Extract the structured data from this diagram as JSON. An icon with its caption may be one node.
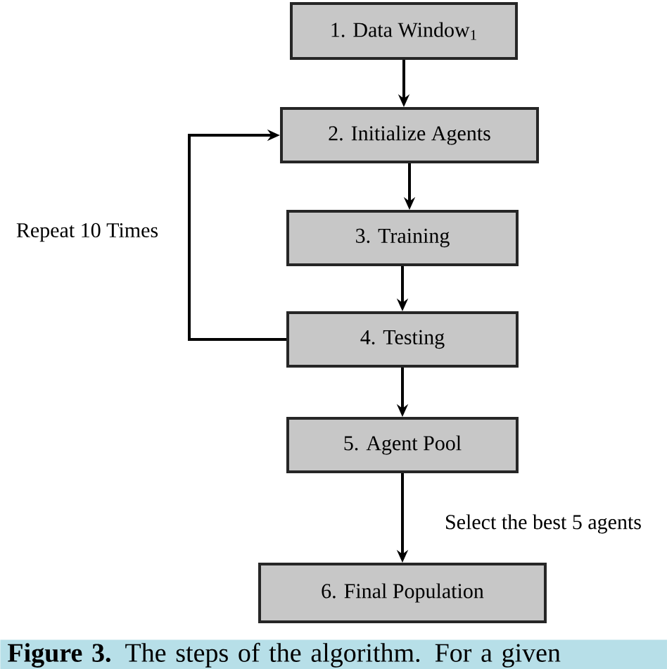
{
  "diagram": {
    "caption": "**Figure 3.** The steps of the algorithm. For a given",
    "nodes": [
      {
        "text": [
          "1. Data Window$_{1}$"
        ]
      },
      {
        "text": [
          "2. Initialize Agents"
        ]
      },
      {
        "text": [
          "3. Training"
        ]
      },
      {
        "text": [
          "4. Testing"
        ]
      },
      {
        "text": [
          "5. Agent Pool"
        ]
      },
      {
        "text": [
          "6. Final Population"
        ]
      }
    ],
    "edges": [
      {
        "from": 0,
        "to": 1,
        "arrow": "to"
      },
      {
        "from": 1,
        "to": 2,
        "arrow": "to"
      },
      {
        "from": 2,
        "to": 3,
        "arrow": "to"
      },
      {
        "from": 3,
        "to": 1,
        "arrow": "to",
        "label": "Repeat 10 Times"
      },
      {
        "from": 3,
        "to": 4,
        "arrow": "to"
      },
      {
        "from": 4,
        "to": 5,
        "arrow": "to",
        "label": "Select the best 5 agents"
      }
    ]
  }
}
